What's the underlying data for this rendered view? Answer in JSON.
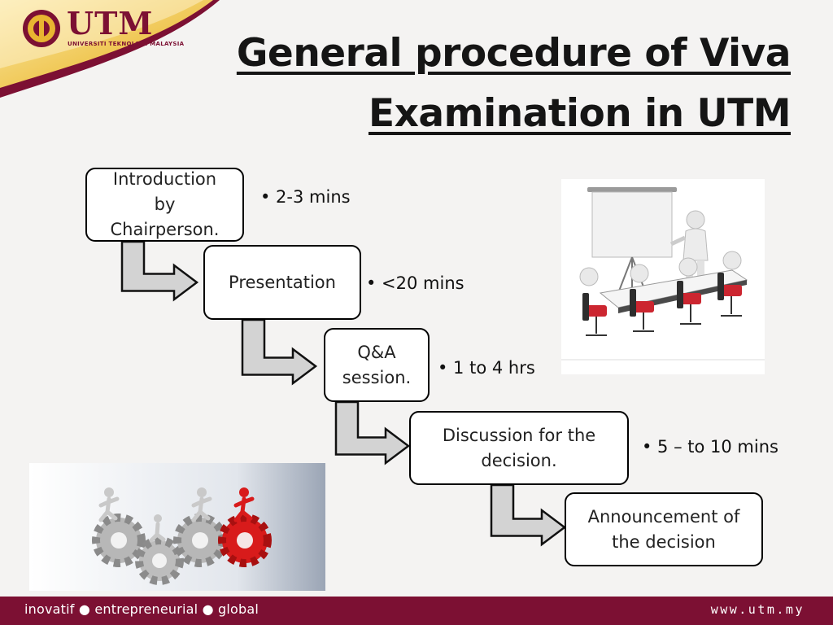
{
  "header": {
    "logo_text": "UTM",
    "logo_subtext": "UNIVERSITI TEKNOLOGI MALAYSIA",
    "title_line1": "General procedure of Viva",
    "title_line2": "Examination in UTM"
  },
  "steps": [
    {
      "label_lines": [
        "Introduction",
        "by",
        "Chairperson."
      ],
      "duration": "• 2-3 mins"
    },
    {
      "label_lines": [
        "Presentation"
      ],
      "duration": "• <20 mins"
    },
    {
      "label_lines": [
        "Q&A",
        "session."
      ],
      "duration": "• 1 to 4 hrs"
    },
    {
      "label_lines": [
        "Discussion for the",
        "decision."
      ],
      "duration": "• 5 – to 10 mins"
    },
    {
      "label_lines": [
        "Announcement of",
        "the decision"
      ],
      "duration": ""
    }
  ],
  "footer": {
    "tagline": "inovatif ● entrepreneurial ● global",
    "url": "www.utm.my"
  },
  "colors": {
    "maroon": "#7c1033",
    "gold": "#e8b531",
    "red_gear": "#d81b1b"
  }
}
